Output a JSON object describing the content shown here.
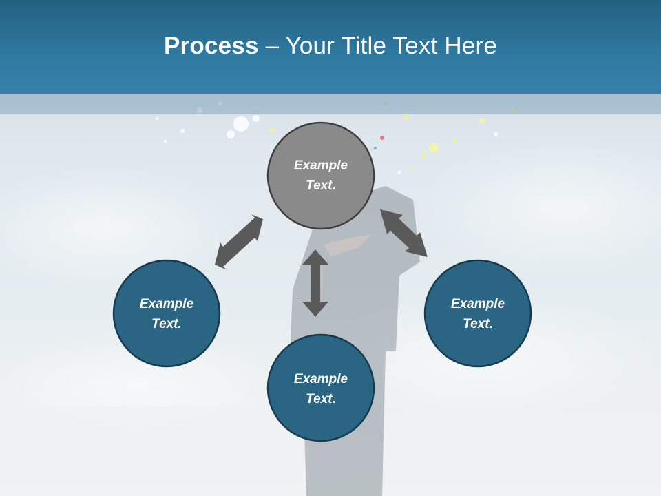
{
  "title": {
    "bold": "Process",
    "rest": " – Your Title Text Here"
  },
  "colors": {
    "title_bar": "#2f7aa1",
    "node_blue": "#2a6584",
    "node_gray": "#8a8a8a",
    "arrow": "#5a5a5a"
  },
  "nodes": {
    "top": {
      "line1": "Example",
      "line2": "Text."
    },
    "left": {
      "line1": "Example",
      "line2": "Text."
    },
    "bottom": {
      "line1": "Example",
      "line2": "Text."
    },
    "right": {
      "line1": "Example",
      "line2": "Text."
    }
  }
}
